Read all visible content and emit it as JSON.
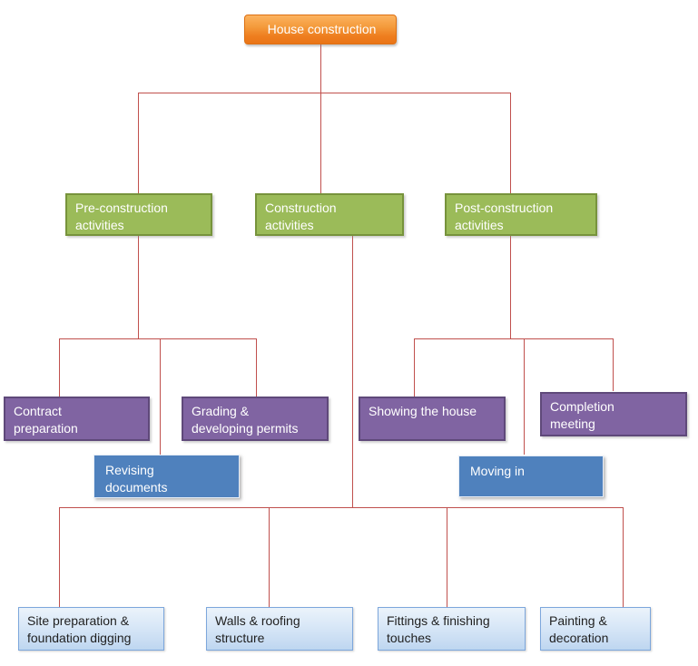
{
  "diagram": {
    "type": "hierarchy-org-chart",
    "tree": {
      "root": {
        "label": "House construction",
        "children": [
          {
            "label": "Pre-construction\nactivities",
            "children": [
              {
                "label": "Contract\npreparation"
              },
              {
                "label": "Grading &\ndeveloping permits"
              },
              {
                "label": "Revising\ndocuments"
              }
            ]
          },
          {
            "label": "Construction\nactivities",
            "children": [
              {
                "label": "Site preparation &\nfoundation digging"
              },
              {
                "label": "Walls & roofing\nstructure"
              },
              {
                "label": "Fittings & finishing\ntouches"
              },
              {
                "label": "Painting &\ndecoration"
              }
            ]
          },
          {
            "label": "Post-construction\nactivities",
            "children": [
              {
                "label": "Showing the house"
              },
              {
                "label": "Completion\nmeeting"
              },
              {
                "label": "Moving in"
              }
            ]
          }
        ]
      }
    },
    "colors": {
      "connector": "#C0504D",
      "root_fill_top": "#FCB35F",
      "root_fill_bottom": "#EA7517",
      "root_border": "#DD7013",
      "level2_fill": "#9BBB59",
      "level2_border": "#77933C",
      "level3_fill": "#8064A2",
      "level3_border": "#5F497A",
      "level3b_fill": "#4F81BD",
      "level4_fill_top": "#EBF3FB",
      "level4_fill_bottom": "#BED6F0",
      "level4_border": "#7DA7DC",
      "text_light": "#FFFFFF",
      "text_dark": "#1F1F1F"
    }
  }
}
